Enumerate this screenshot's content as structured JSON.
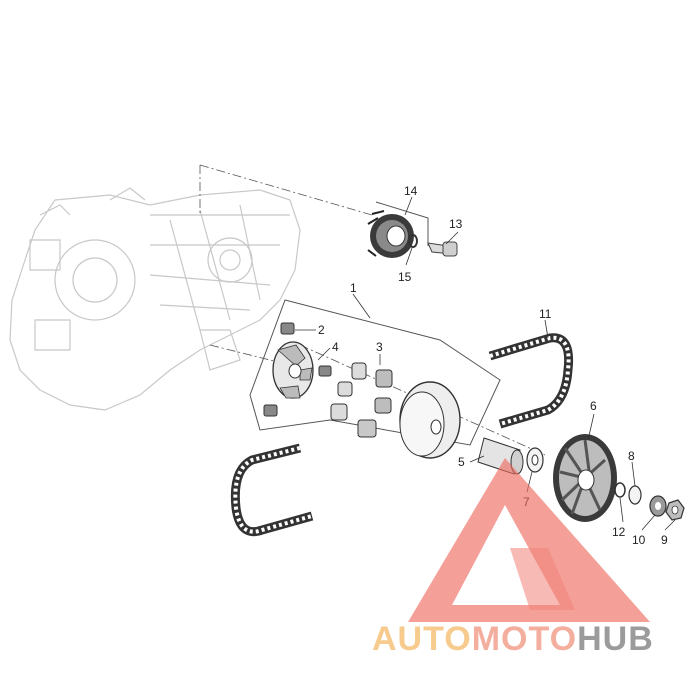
{
  "parts": [
    {
      "id": "1",
      "label": "1"
    },
    {
      "id": "2",
      "label": "2"
    },
    {
      "id": "3",
      "label": "3"
    },
    {
      "id": "4",
      "label": "4"
    },
    {
      "id": "5",
      "label": "5"
    },
    {
      "id": "6",
      "label": "6"
    },
    {
      "id": "7",
      "label": "7"
    },
    {
      "id": "8",
      "label": "8"
    },
    {
      "id": "9",
      "label": "9"
    },
    {
      "id": "10",
      "label": "10"
    },
    {
      "id": "11",
      "label": "11"
    },
    {
      "id": "12",
      "label": "12"
    },
    {
      "id": "13",
      "label": "13"
    },
    {
      "id": "14",
      "label": "14"
    },
    {
      "id": "15",
      "label": "15"
    }
  ],
  "watermark": {
    "part1": "AUTO",
    "part2": "MOTO",
    "part3": "HUB",
    "colors": {
      "auto": "#f6c27a",
      "moto": "#f2a08e",
      "hub": "#8a8a8a",
      "triangle": "#ee6b60"
    }
  }
}
